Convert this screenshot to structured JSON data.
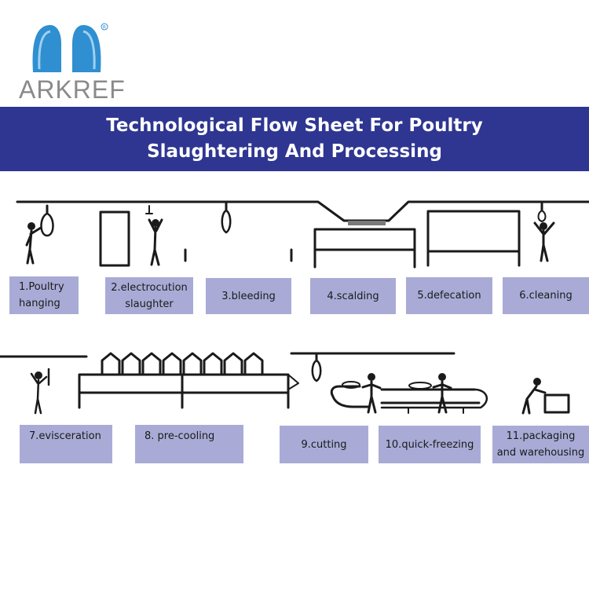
{
  "brand": {
    "name": "ARKREF",
    "logo_color": "#2f8fd0"
  },
  "banner": {
    "line1": "Technological Flow Sheet For Poultry",
    "line2": "Slaughtering And Processing",
    "background": "#2e3691"
  },
  "steps": [
    {
      "line1": "1.Poultry",
      "line2": "hanging"
    },
    {
      "line1": "2.electrocution",
      "line2": "slaughter"
    },
    {
      "line1": "3.bleeding"
    },
    {
      "line1": "4.scalding"
    },
    {
      "line1": "5.defecation"
    },
    {
      "line1": "6.cleaning"
    },
    {
      "line1": "7.evisceration"
    },
    {
      "line1": "8. pre-cooling"
    },
    {
      "line1": "9.cutting"
    },
    {
      "line1": "10.quick-freezing"
    },
    {
      "line1": "11.packaging",
      "line2": "and warehousing"
    }
  ],
  "colors": {
    "label_fill": "#a9abd6",
    "line_art": "#1a1a1a"
  }
}
